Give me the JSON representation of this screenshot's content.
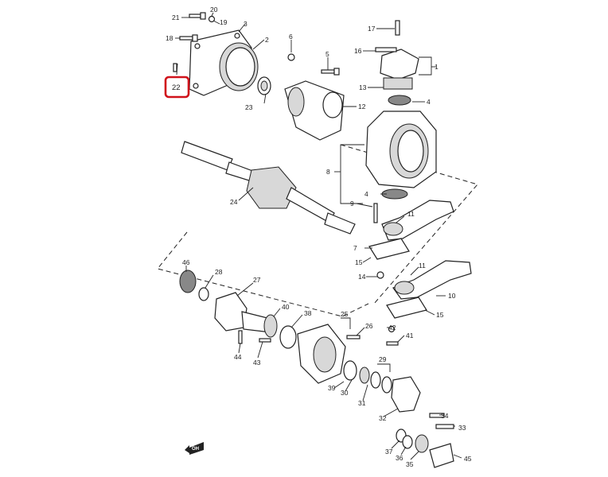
{
  "diagram": {
    "highlight_color": "#d0121b",
    "highlighted_part": "22",
    "parts": {
      "p1": "1",
      "p2": "2",
      "p3": "3",
      "p4a": "4",
      "p4b": "4",
      "p5": "5",
      "p6": "6",
      "p7": "7",
      "p8": "8",
      "p9": "9",
      "p10": "10",
      "p11a": "11",
      "p11b": "11",
      "p12": "12",
      "p13": "13",
      "p14": "14",
      "p15a": "15",
      "p15b": "15",
      "p16": "16",
      "p17": "17",
      "p18": "18",
      "p19": "19",
      "p20": "20",
      "p21": "21",
      "p22": "22",
      "p23": "23",
      "p24": "24",
      "p25": "25",
      "p26": "26",
      "p27": "27",
      "p28": "28",
      "p29": "29",
      "p30": "30",
      "p31": "31",
      "p32": "32",
      "p33": "33",
      "p34": "34",
      "p35": "35",
      "p36": "36",
      "p37": "37",
      "p38": "38",
      "p39": "39",
      "p40": "40",
      "p41": "41",
      "p42": "42",
      "p43": "43",
      "p44": "44",
      "p45": "45",
      "p46": "46"
    },
    "direction_marker": "OH"
  }
}
